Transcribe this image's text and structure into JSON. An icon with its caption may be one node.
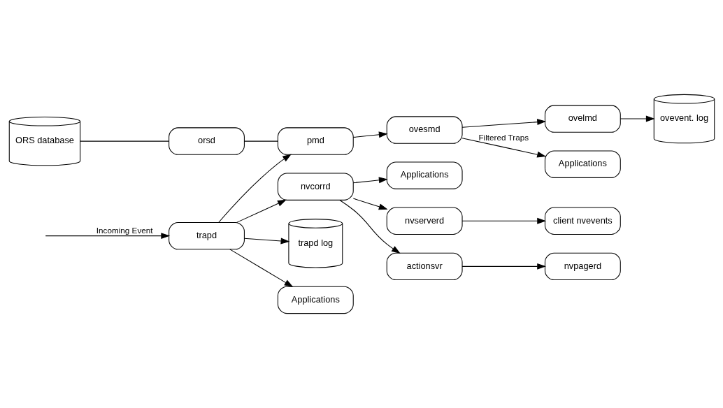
{
  "diagram": {
    "nodes": [
      {
        "text": [
          "ORS database"
        ]
      },
      {
        "text": [
          "orsd"
        ]
      },
      {
        "text": [
          "ovelmd"
        ]
      },
      {
        "text": [
          "ovevent. log"
        ]
      },
      {
        "text": [
          "pmd"
        ]
      },
      {
        "text": [
          "ovesmd"
        ]
      },
      {
        "text": [
          "Applications"
        ]
      },
      {
        "text": [
          "trapd"
        ]
      },
      {
        "text": [
          "nvcorrd"
        ]
      },
      {
        "text": [
          "Applications"
        ]
      },
      {
        "text": [
          "trapd log"
        ]
      },
      {
        "text": [
          "Applications"
        ]
      },
      {
        "text": [
          "nvserverd"
        ]
      },
      {
        "text": [
          "actionsvr"
        ]
      },
      {
        "text": [
          "nvpagerd"
        ]
      },
      {
        "text": [
          "client nvevents"
        ]
      }
    ],
    "edges": [
      {
        "from": null,
        "to": 7,
        "arrow": "to",
        "label": "Incoming Event"
      },
      {
        "from": 0,
        "to": 1,
        "arrow": "none"
      },
      {
        "from": 1,
        "to": 4,
        "arrow": "none"
      },
      {
        "from": 7,
        "to": 4,
        "arrow": "to"
      },
      {
        "from": 4,
        "to": 5,
        "arrow": "to"
      },
      {
        "from": 5,
        "to": 2,
        "arrow": "to"
      },
      {
        "from": 2,
        "to": 3,
        "arrow": "to"
      },
      {
        "from": 5,
        "to": 6,
        "arrow": "to",
        "label": "Filtered Traps"
      },
      {
        "from": 7,
        "to": 8,
        "arrow": "to"
      },
      {
        "from": 7,
        "to": 10,
        "arrow": "to"
      },
      {
        "from": 7,
        "to": 11,
        "arrow": "to"
      },
      {
        "from": 8,
        "to": 9,
        "arrow": "to"
      },
      {
        "from": 8,
        "to": 12,
        "arrow": "to"
      },
      {
        "from": 8,
        "to": 13,
        "arrow": "to"
      },
      {
        "from": 13,
        "to": 14,
        "arrow": "to"
      },
      {
        "from": 12,
        "to": 15,
        "arrow": "to"
      }
    ]
  }
}
